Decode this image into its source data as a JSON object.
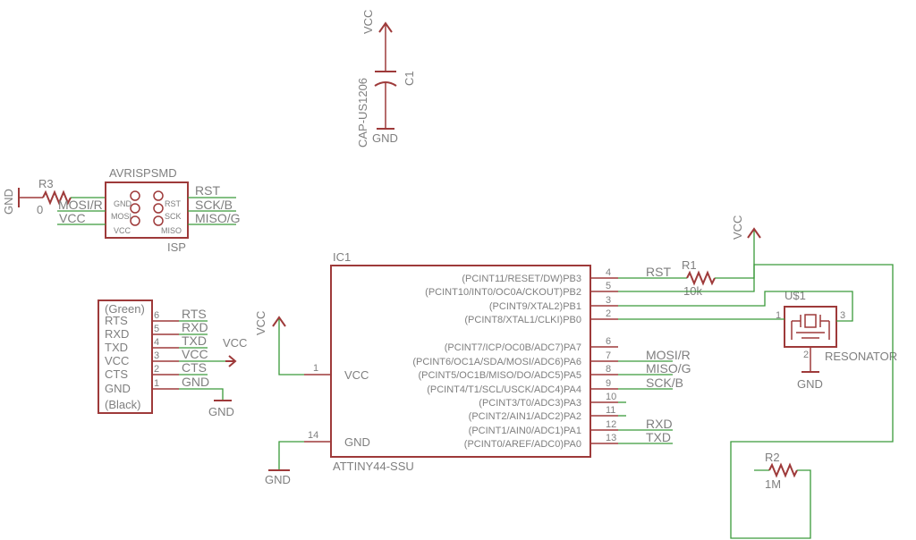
{
  "capacitor": {
    "vcc": "VCC",
    "name": "C1",
    "value": "CAP-US1206",
    "gnd": "GND"
  },
  "isp": {
    "title": "AVRISPSMD",
    "name": "ISP",
    "pins_left": [
      "GND",
      "MOSI",
      "VCC"
    ],
    "pins_right": [
      "RST",
      "SCK",
      "MISO"
    ],
    "nets_left": [
      "MOSI/R",
      "VCC"
    ],
    "nets_right": [
      "RST",
      "SCK/B",
      "MISO/G"
    ]
  },
  "r3": {
    "gnd": "GND",
    "name": "R3",
    "value": "0"
  },
  "ftdi": {
    "top": "(Green)",
    "bottom": "(Black)",
    "pins": [
      "RTS",
      "RXD",
      "TXD",
      "VCC",
      "CTS",
      "GND"
    ],
    "numbers": [
      "6",
      "5",
      "4",
      "3",
      "2",
      "1"
    ],
    "nets": [
      "RTS",
      "RXD",
      "TXD",
      "VCC",
      "CTS",
      "GND"
    ],
    "vcc_arrow": "VCC",
    "gnd": "GND"
  },
  "ic": {
    "name": "IC1",
    "part": "ATTINY44-SSU",
    "vcc_label": "VCC",
    "gnd_label": "GND",
    "vcc_pin": "1",
    "gnd_pin": "14",
    "vcc_net": "VCC",
    "gnd_net": "GND",
    "right_pins": [
      {
        "label": "(PCINT11/RESET/DW)PB3",
        "num": "4",
        "net": "RST"
      },
      {
        "label": "(PCINT10/INT0/OC0A/CKOUT)PB2",
        "num": "5",
        "net": ""
      },
      {
        "label": "(PCINT9/XTAL2)PB1",
        "num": "3",
        "net": ""
      },
      {
        "label": "(PCINT8/XTAL1/CLKI)PB0",
        "num": "2",
        "net": ""
      },
      {
        "label": "(PCINT7/ICP/OC0B/ADC7)PA7",
        "num": "6",
        "net": ""
      },
      {
        "label": "(PCINT6/OC1A/SDA/MOSI/ADC6)PA6",
        "num": "7",
        "net": "MOSI/R"
      },
      {
        "label": "(PCINT5/OC1B/MISO/DO/ADC5)PA5",
        "num": "8",
        "net": "MISO/G"
      },
      {
        "label": "(PCINT4/T1/SCL/USCK/ADC4)PA4",
        "num": "9",
        "net": "SCK/B"
      },
      {
        "label": "(PCINT3/T0/ADC3)PA3",
        "num": "10",
        "net": ""
      },
      {
        "label": "(PCINT2/AIN1/ADC2)PA2",
        "num": "11",
        "net": ""
      },
      {
        "label": "(PCINT1/AIN0/ADC1)PA1",
        "num": "12",
        "net": "RXD"
      },
      {
        "label": "(PCINT0/AREF/ADC0)PA0",
        "num": "13",
        "net": "TXD"
      }
    ]
  },
  "r1": {
    "name": "R1",
    "value": "10k",
    "vcc": "VCC"
  },
  "resonator": {
    "name": "U$1",
    "value": "RESONATOR",
    "pin1": "1",
    "pin2": "2",
    "pin3": "3",
    "gnd": "GND"
  },
  "r2": {
    "name": "R2",
    "value": "1M"
  }
}
